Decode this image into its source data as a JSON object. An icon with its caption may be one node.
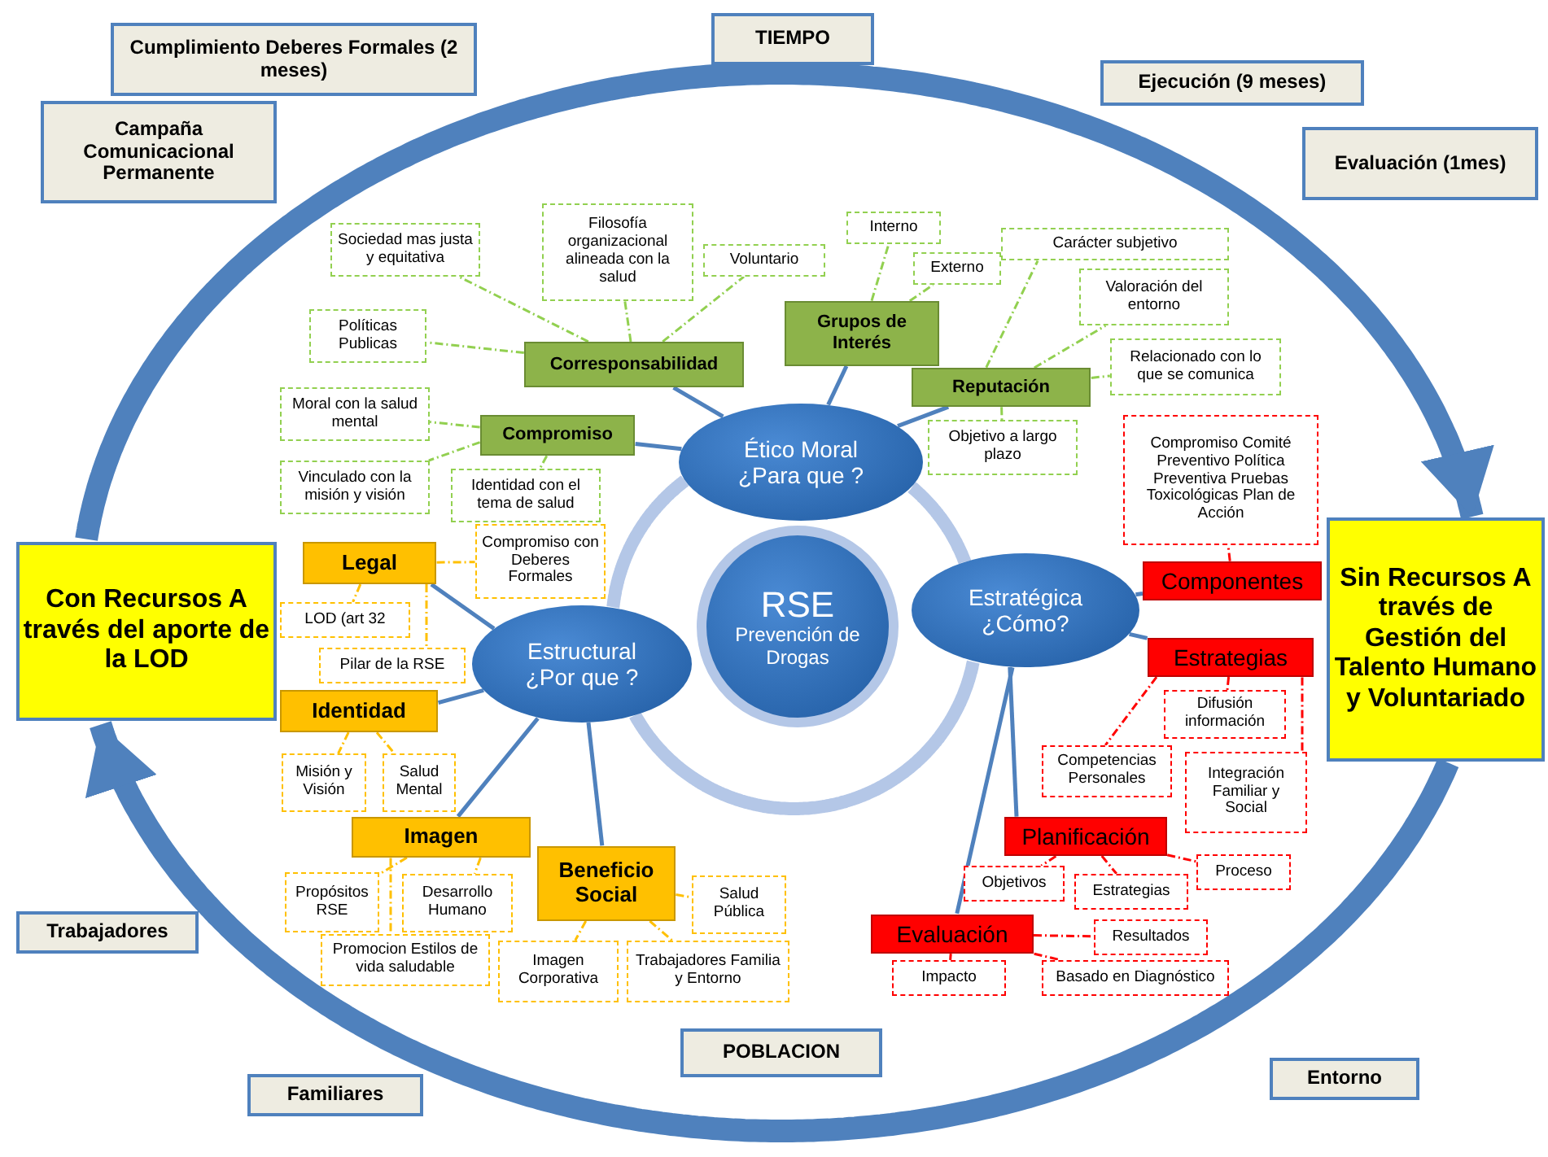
{
  "diagram": {
    "nodes": [
      {
        "text": [
          "Cumplimiento Deberes Formales (2 meses)"
        ]
      },
      {
        "text": [
          "TIEMPO"
        ]
      },
      {
        "text": [
          "Ejecución (9 meses)"
        ]
      },
      {
        "text": [
          "Campaña Comunicacional Permanente"
        ]
      },
      {
        "text": [
          "Evaluación (1mes)"
        ]
      },
      {
        "text": [
          "Con Recursos A través del aporte de la LOD"
        ]
      },
      {
        "text": [
          "Sin Recursos A través de Gestión del Talento Humano y Voluntariado"
        ]
      },
      {
        "text": [
          "RSE",
          "Prevención de Drogas"
        ]
      },
      {
        "text": [
          "Ético Moral ¿Para que ?"
        ]
      },
      {
        "text": [
          "Estructural ¿Por que ?"
        ]
      },
      {
        "text": [
          "Estratégica ¿Cómo?"
        ]
      },
      {
        "text": [
          "Corresponsabilidad"
        ]
      },
      {
        "text": [
          "Sociedad mas justa y equitativa"
        ]
      },
      {
        "text": [
          "Filosofía organizacional alineada con la salud"
        ]
      },
      {
        "text": [
          "Voluntario"
        ]
      },
      {
        "text": [
          "Políticas Publicas"
        ]
      },
      {
        "text": [
          "Compromiso"
        ]
      },
      {
        "text": [
          "Moral con la salud mental"
        ]
      },
      {
        "text": [
          "Vinculado con la misión y visión"
        ]
      },
      {
        "text": [
          "Identidad con el tema de salud"
        ]
      },
      {
        "text": [
          "Grupos de Interés"
        ]
      },
      {
        "text": [
          "Interno"
        ]
      },
      {
        "text": [
          "Externo"
        ]
      },
      {
        "text": [
          "Reputación"
        ]
      },
      {
        "text": [
          "Carácter subjetivo"
        ]
      },
      {
        "text": [
          "Valoración del entorno"
        ]
      },
      {
        "text": [
          "Relacionado con lo que se comunica"
        ]
      },
      {
        "text": [
          "Objetivo a largo plazo"
        ]
      },
      {
        "text": [
          "Legal"
        ]
      },
      {
        "text": [
          "Compromiso con Deberes Formales"
        ]
      },
      {
        "text": [
          "LOD (art 32"
        ]
      },
      {
        "text": [
          "Pilar de la RSE"
        ]
      },
      {
        "text": [
          "Identidad"
        ]
      },
      {
        "text": [
          "Misión y Visión"
        ]
      },
      {
        "text": [
          "Salud Mental"
        ]
      },
      {
        "text": [
          "Imagen"
        ]
      },
      {
        "text": [
          "Propósitos RSE"
        ]
      },
      {
        "text": [
          "Desarrollo Humano"
        ]
      },
      {
        "text": [
          "Promocion Estilos de vida saludable"
        ]
      },
      {
        "text": [
          "Beneficio Social"
        ]
      },
      {
        "text": [
          "Salud Pública"
        ]
      },
      {
        "text": [
          "Imagen Corporativa"
        ]
      },
      {
        "text": [
          "Trabajadores Familia y Entorno"
        ]
      },
      {
        "text": [
          "Componentes"
        ]
      },
      {
        "text": [
          "Compromiso Comité Preventivo Política Preventiva Pruebas Toxicológicas Plan de Acción"
        ]
      },
      {
        "text": [
          "Estrategias"
        ]
      },
      {
        "text": [
          "Difusión información"
        ]
      },
      {
        "text": [
          "Competencias Personales"
        ]
      },
      {
        "text": [
          "Integración Familiar y Social"
        ]
      },
      {
        "text": [
          "Planificación"
        ]
      },
      {
        "text": [
          "Objetivos"
        ]
      },
      {
        "text": [
          "Estrategias"
        ]
      },
      {
        "text": [
          "Proceso"
        ]
      },
      {
        "text": [
          "Evaluación"
        ]
      },
      {
        "text": [
          "Impacto"
        ]
      },
      {
        "text": [
          "Resultados"
        ]
      },
      {
        "text": [
          "Basado en Diagnóstico"
        ]
      },
      {
        "text": [
          "Trabajadores"
        ]
      },
      {
        "text": [
          "Familiares"
        ]
      },
      {
        "text": [
          "Entorno"
        ]
      },
      {
        "text": [
          "POBLACION"
        ]
      }
    ],
    "edges": [
      {
        "from": 5,
        "to": 6,
        "arrow": "to",
        "style": "thick"
      },
      {
        "from": 6,
        "to": 5,
        "arrow": "to",
        "style": "thick"
      },
      {
        "from": 8,
        "to": 9,
        "arrow": "none",
        "style": "thick",
        "color": "#b4c7e7"
      },
      {
        "from": 9,
        "to": 10,
        "arrow": "none",
        "style": "thick",
        "color": "#b4c7e7"
      },
      {
        "from": 10,
        "to": 8,
        "arrow": "none",
        "style": "thick",
        "color": "#b4c7e7"
      },
      {
        "from": 8,
        "to": 11,
        "arrow": "none"
      },
      {
        "from": 8,
        "to": 16,
        "arrow": "none"
      },
      {
        "from": 8,
        "to": 20,
        "arrow": "none"
      },
      {
        "from": 8,
        "to": 23,
        "arrow": "none"
      },
      {
        "from": 11,
        "to": 12,
        "arrow": "none",
        "style": "dashed",
        "color": "#92d050"
      },
      {
        "from": 11,
        "to": 13,
        "arrow": "none",
        "style": "dashed",
        "color": "#92d050"
      },
      {
        "from": 11,
        "to": 14,
        "arrow": "none",
        "style": "dashed",
        "color": "#92d050"
      },
      {
        "from": 11,
        "to": 15,
        "arrow": "none",
        "style": "dashed",
        "color": "#92d050"
      },
      {
        "from": 16,
        "to": 17,
        "arrow": "none",
        "style": "dashed",
        "color": "#92d050"
      },
      {
        "from": 16,
        "to": 18,
        "arrow": "none",
        "style": "dashed",
        "color": "#92d050"
      },
      {
        "from": 16,
        "to": 19,
        "arrow": "none",
        "style": "dashed",
        "color": "#92d050"
      },
      {
        "from": 20,
        "to": 21,
        "arrow": "none",
        "style": "dashed",
        "color": "#92d050"
      },
      {
        "from": 20,
        "to": 22,
        "arrow": "none",
        "style": "dashed",
        "color": "#92d050"
      },
      {
        "from": 23,
        "to": 24,
        "arrow": "none",
        "style": "dashed",
        "color": "#92d050"
      },
      {
        "from": 23,
        "to": 25,
        "arrow": "none",
        "style": "dashed",
        "color": "#92d050"
      },
      {
        "from": 23,
        "to": 26,
        "arrow": "none",
        "style": "dashed",
        "color": "#92d050"
      },
      {
        "from": 23,
        "to": 27,
        "arrow": "none",
        "style": "dashed",
        "color": "#92d050"
      },
      {
        "from": 9,
        "to": 28,
        "arrow": "none"
      },
      {
        "from": 9,
        "to": 32,
        "arrow": "none"
      },
      {
        "from": 9,
        "to": 35,
        "arrow": "none"
      },
      {
        "from": 9,
        "to": 39,
        "arrow": "none"
      },
      {
        "from": 28,
        "to": 29,
        "arrow": "none",
        "style": "dashed",
        "color": "#ffc000"
      },
      {
        "from": 28,
        "to": 30,
        "arrow": "none",
        "style": "dashed",
        "color": "#ffc000"
      },
      {
        "from": 28,
        "to": 31,
        "arrow": "none",
        "style": "dashed",
        "color": "#ffc000"
      },
      {
        "from": 32,
        "to": 33,
        "arrow": "none",
        "style": "dashed",
        "color": "#ffc000"
      },
      {
        "from": 32,
        "to": 34,
        "arrow": "none",
        "style": "dashed",
        "color": "#ffc000"
      },
      {
        "from": 35,
        "to": 36,
        "arrow": "none",
        "style": "dashed",
        "color": "#ffc000"
      },
      {
        "from": 35,
        "to": 37,
        "arrow": "none",
        "style": "dashed",
        "color": "#ffc000"
      },
      {
        "from": 35,
        "to": 38,
        "arrow": "none",
        "style": "dashed",
        "color": "#ffc000"
      },
      {
        "from": 39,
        "to": 40,
        "arrow": "none",
        "style": "dashed",
        "color": "#ffc000"
      },
      {
        "from": 39,
        "to": 41,
        "arrow": "none",
        "style": "dashed",
        "color": "#ffc000"
      },
      {
        "from": 39,
        "to": 42,
        "arrow": "none",
        "style": "dashed",
        "color": "#ffc000"
      },
      {
        "from": 10,
        "to": 43,
        "arrow": "none"
      },
      {
        "from": 10,
        "to": 45,
        "arrow": "none"
      },
      {
        "from": 10,
        "to": 49,
        "arrow": "none"
      },
      {
        "from": 10,
        "to": 53,
        "arrow": "none"
      },
      {
        "from": 43,
        "to": 44,
        "arrow": "none",
        "style": "dashed",
        "color": "#ff0000"
      },
      {
        "from": 45,
        "to": 46,
        "arrow": "none",
        "style": "dashed",
        "color": "#ff0000"
      },
      {
        "from": 45,
        "to": 47,
        "arrow": "none",
        "style": "dashed",
        "color": "#ff0000"
      },
      {
        "from": 45,
        "to": 48,
        "arrow": "none",
        "style": "dashed",
        "color": "#ff0000"
      },
      {
        "from": 49,
        "to": 50,
        "arrow": "none",
        "style": "dashed",
        "color": "#ff0000"
      },
      {
        "from": 49,
        "to": 51,
        "arrow": "none",
        "style": "dashed",
        "color": "#ff0000"
      },
      {
        "from": 49,
        "to": 52,
        "arrow": "none",
        "style": "dashed",
        "color": "#ff0000"
      },
      {
        "from": 53,
        "to": 54,
        "arrow": "none",
        "style": "dashed",
        "color": "#ff0000"
      },
      {
        "from": 53,
        "to": 55,
        "arrow": "none",
        "style": "dashed",
        "color": "#ff0000"
      },
      {
        "from": 53,
        "to": 56,
        "arrow": "none",
        "style": "dashed",
        "color": "#ff0000"
      }
    ]
  }
}
